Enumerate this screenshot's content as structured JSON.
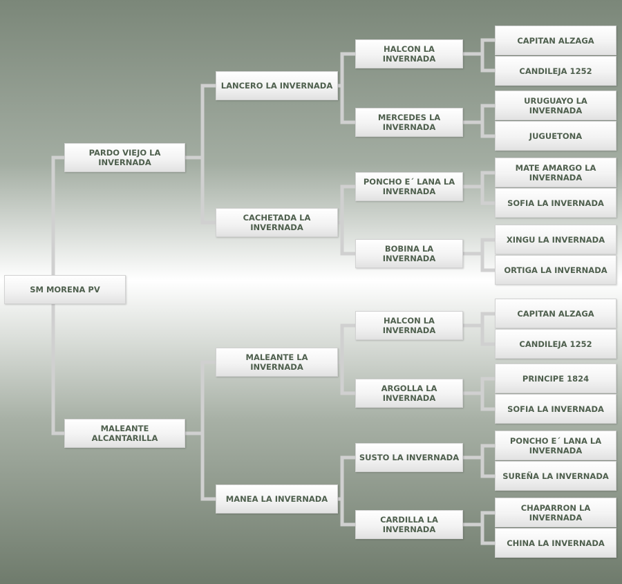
{
  "pedigree": {
    "subject": "SM MORENA PV",
    "sire": "PARDO VIEJO LA INVERNADA",
    "dam": "MALEANTE ALCANTARILLA",
    "sire_sire": "LANCERO LA INVERNADA",
    "sire_dam": "CACHETADA LA INVERNADA",
    "dam_sire": "MALEANTE LA INVERNADA",
    "dam_dam": "MANEA LA INVERNADA",
    "gen3": [
      "HALCON LA INVERNADA",
      "MERCEDES LA INVERNADA",
      "PONCHO E´ LANA LA INVERNADA",
      "BOBINA LA INVERNADA",
      "HALCON LA INVERNADA",
      "ARGOLLA LA INVERNADA",
      "SUSTO LA INVERNADA",
      "CARDILLA LA INVERNADA"
    ],
    "gen4": [
      "CAPITAN ALZAGA",
      "CANDILEJA 1252",
      "URUGUAYO LA INVERNADA",
      "JUGUETONA",
      "MATE AMARGO LA INVERNADA",
      "SOFIA LA INVERNADA",
      "XINGU LA INVERNADA",
      "ORTIGA LA INVERNADA",
      "CAPITAN ALZAGA",
      "CANDILEJA 1252",
      "PRINCIPE 1824",
      "SOFIA LA INVERNADA",
      "PONCHO E´ LANA LA INVERNADA",
      "SUREÑA LA INVERNADA",
      "CHAPARRON LA INVERNADA",
      "CHINA LA INVERNADA"
    ]
  },
  "colors": {
    "node_text": "#4e5f4d",
    "connector": "#d0d0d0"
  }
}
